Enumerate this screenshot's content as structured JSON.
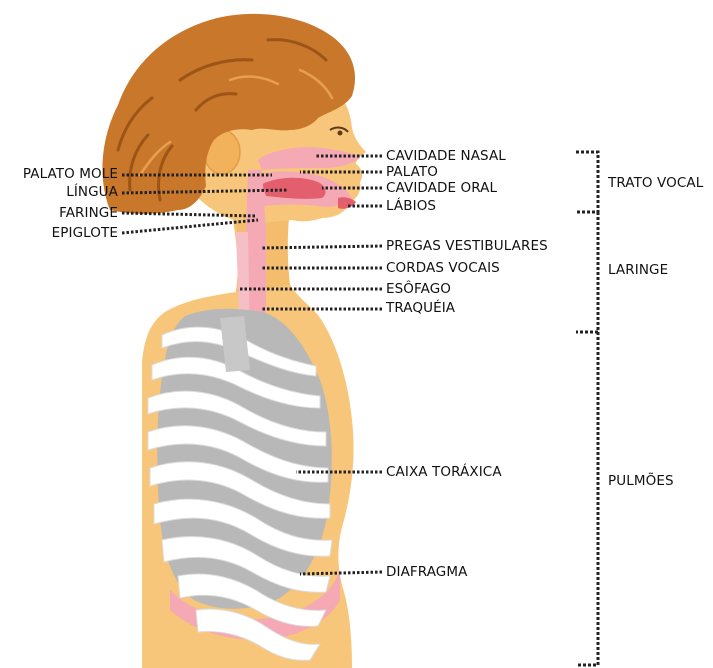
{
  "colors": {
    "skin": "#f8c67a",
    "skin_shadow": "#efb562",
    "hair": "#c9772a",
    "hair_dark": "#9c5417",
    "tract_pink": "#f4a9b4",
    "mouth_red": "#e45f6e",
    "lungs": "#b8b8b8",
    "ribs": "#ffffff",
    "leader_lines": "#222222"
  },
  "left_labels": {
    "palato_mole": "PALATO MOLE",
    "lingua": "LÍNGUA",
    "faringe": "FARINGE",
    "epiglote": "EPIGLOTE"
  },
  "right_labels": {
    "cavidade_nasal": "CAVIDADE NASAL",
    "palato": "PALATO",
    "cavidade_oral": "CAVIDADE ORAL",
    "labios": "LÁBIOS",
    "pregas_vestibulares": "PREGAS VESTIBULARES",
    "cordas_vocais": "CORDAS VOCAIS",
    "esofago": "ESÔFAGO",
    "traqueia": "TRAQUÉIA",
    "caixa_toraxica": "CAIXA TORÁXICA",
    "diafragma": "DIAFRAGMA"
  },
  "regions": {
    "trato_vocal": "TRATO VOCAL",
    "laringe": "LARINGE",
    "pulmoes": "PULMÕES"
  }
}
